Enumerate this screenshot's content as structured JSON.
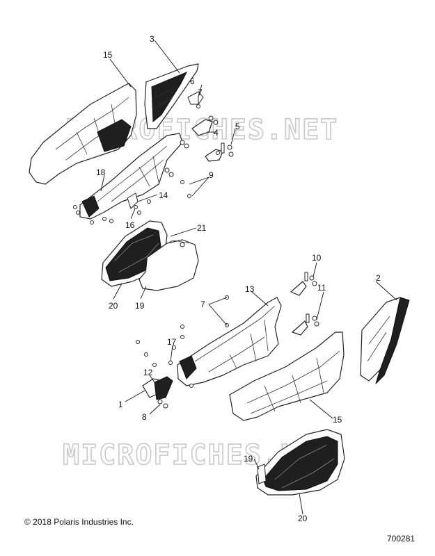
{
  "watermark": "MICROFICHES.NET",
  "copyright": "© 2018 Polaris Industries Inc.",
  "diagram_number": "700281",
  "callouts": {
    "c3": "3",
    "c15a": "15",
    "c6": "6",
    "c7a": "7",
    "c4": "4",
    "c5": "5",
    "c18": "18",
    "c9": "9",
    "c14": "14",
    "c16": "16",
    "c21": "21",
    "c20a": "20",
    "c19a": "19",
    "c10": "10",
    "c2": "2",
    "c7b": "7",
    "c13": "13",
    "c11": "11",
    "c17": "17",
    "c12": "12",
    "c1": "1",
    "c8": "8",
    "c15b": "15",
    "c19b": "19",
    "c20b": "20"
  }
}
